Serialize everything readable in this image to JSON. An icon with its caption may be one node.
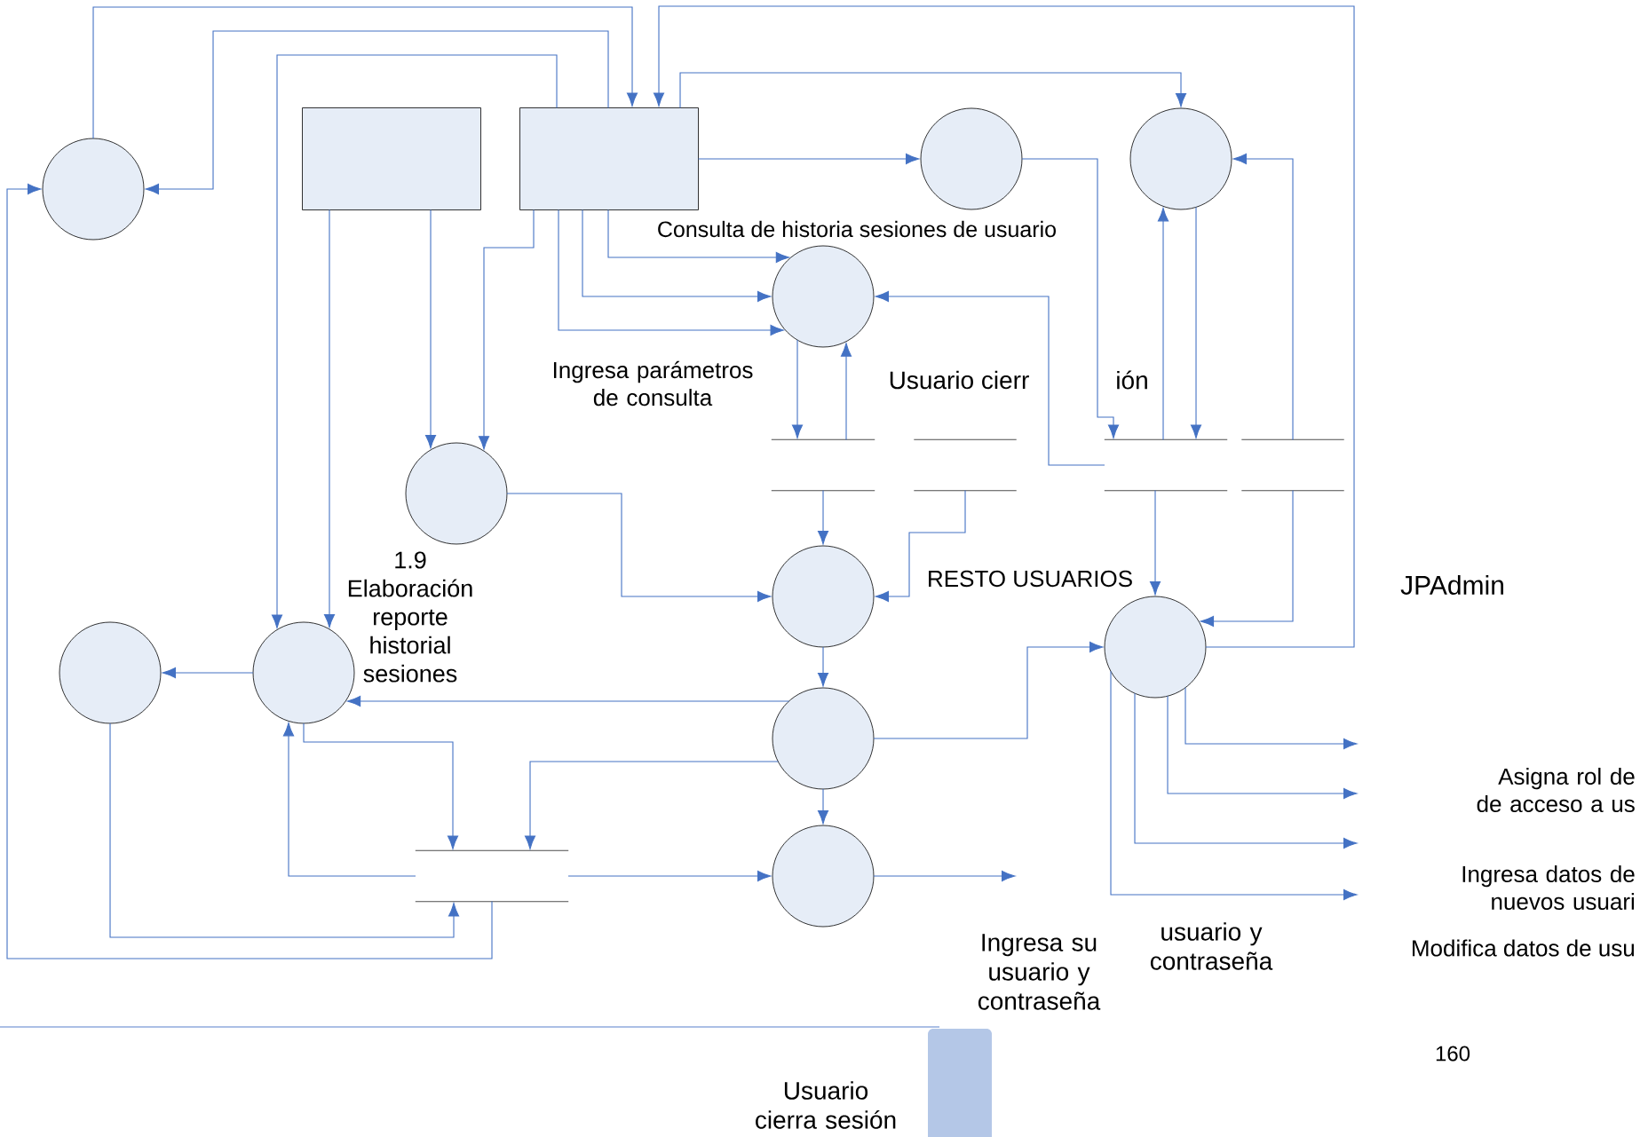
{
  "diagram": {
    "nodes": [
      {
        "text": [],
        "shape": "circle"
      },
      {
        "text": [],
        "shape": "box"
      },
      {
        "text": [],
        "shape": "box"
      },
      {
        "text": [],
        "shape": "circle"
      },
      {
        "text": [],
        "shape": "circle"
      },
      {
        "text": [],
        "shape": "circle"
      },
      {
        "text": [],
        "shape": "circle"
      },
      {
        "text": [],
        "shape": "store"
      },
      {
        "text": [],
        "shape": "store"
      },
      {
        "text": [],
        "shape": "store"
      },
      {
        "text": [],
        "shape": "store"
      },
      {
        "text": [],
        "shape": "circle"
      },
      {
        "text": [],
        "shape": "circle",
        "beside": [
          "1.9 Elaboración reporte historial sesiones"
        ]
      },
      {
        "text": [],
        "shape": "circle"
      },
      {
        "text": [],
        "shape": "circle"
      },
      {
        "text": [],
        "shape": "circle"
      },
      {
        "text": [],
        "shape": "circle"
      },
      {
        "text": [],
        "shape": "store"
      }
    ],
    "edges": [
      {
        "from": 0,
        "to": 2,
        "arrow": "to"
      },
      {
        "from": 2,
        "to": 0,
        "arrow": "to"
      },
      {
        "from": 2,
        "to": 12,
        "arrow": "to"
      },
      {
        "from": 14,
        "to": 2,
        "arrow": "to"
      },
      {
        "from": 1,
        "to": 12,
        "arrow": "to"
      },
      {
        "from": 1,
        "to": 6,
        "arrow": "to"
      },
      {
        "from": 2,
        "to": 6,
        "arrow": "to"
      },
      {
        "from": 2,
        "to": 5,
        "arrow": "to"
      },
      {
        "from": 2,
        "to": 5,
        "arrow": "to"
      },
      {
        "from": 2,
        "to": 5,
        "arrow": "to"
      },
      {
        "from": 2,
        "to": 3,
        "arrow": "to"
      },
      {
        "from": 2,
        "to": 4,
        "arrow": "to"
      },
      {
        "from": 3,
        "to": 9,
        "arrow": "to"
      },
      {
        "from": 9,
        "to": 5,
        "arrow": "to"
      },
      {
        "from": 9,
        "to": 4,
        "arrow": "to"
      },
      {
        "from": 4,
        "to": 9,
        "arrow": "to"
      },
      {
        "from": 10,
        "to": 4,
        "arrow": "to"
      },
      {
        "from": 5,
        "to": 7,
        "arrow": "to"
      },
      {
        "from": 7,
        "to": 5,
        "arrow": "to"
      },
      {
        "from": 7,
        "to": 13,
        "arrow": "to"
      },
      {
        "from": 8,
        "to": 13,
        "arrow": "to"
      },
      {
        "from": 6,
        "to": 13,
        "arrow": "to"
      },
      {
        "from": 9,
        "to": 14,
        "arrow": "to"
      },
      {
        "from": 10,
        "to": 14,
        "arrow": "to"
      },
      {
        "from": 13,
        "to": 15,
        "arrow": "to"
      },
      {
        "from": 15,
        "to": 16,
        "arrow": "to"
      },
      {
        "from": 15,
        "to": 14,
        "arrow": "to"
      },
      {
        "from": 15,
        "to": 12,
        "arrow": "to"
      },
      {
        "from": 12,
        "to": 11,
        "arrow": "to"
      },
      {
        "from": 17,
        "to": 12,
        "arrow": "to"
      },
      {
        "from": 12,
        "to": 17,
        "arrow": "to"
      },
      {
        "from": 15,
        "to": 17,
        "arrow": "to"
      },
      {
        "from": 11,
        "to": 17,
        "arrow": "to"
      },
      {
        "from": 17,
        "to": 0,
        "arrow": "to"
      },
      {
        "from": 17,
        "to": 16,
        "arrow": "to"
      },
      {
        "from": 16,
        "to": null,
        "arrow": "to"
      },
      {
        "from": 14,
        "to": null,
        "arrow": "to"
      },
      {
        "from": 14,
        "to": null,
        "arrow": "to"
      },
      {
        "from": 14,
        "to": null,
        "arrow": "to"
      },
      {
        "from": 14,
        "to": null,
        "arrow": "to"
      }
    ],
    "labels": [
      "Consulta de historia sesiones de usuario",
      "Ingresa parámetros de consulta",
      "Usuario cierr",
      "ión",
      "RESTO USUARIOS",
      "JPAdmin",
      "Asigna rol de de acceso a us",
      "Ingresa datos de nuevos usuari",
      "usuario y contraseña",
      "Modifica datos de usu",
      "Ingresa su usuario y contraseña",
      "160",
      "Usuario cierra sesión"
    ]
  }
}
